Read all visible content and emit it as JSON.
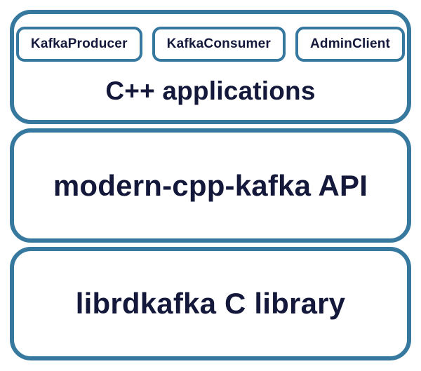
{
  "colors": {
    "outline": "#37789f",
    "text": "#14183a",
    "background": "#ffffff"
  },
  "diagram": {
    "layers": [
      {
        "title": "C++ applications",
        "chips": [
          "KafkaProducer",
          "KafkaConsumer",
          "AdminClient"
        ]
      },
      {
        "title": "modern-cpp-kafka API"
      },
      {
        "title": "librdkafka C library"
      }
    ]
  }
}
